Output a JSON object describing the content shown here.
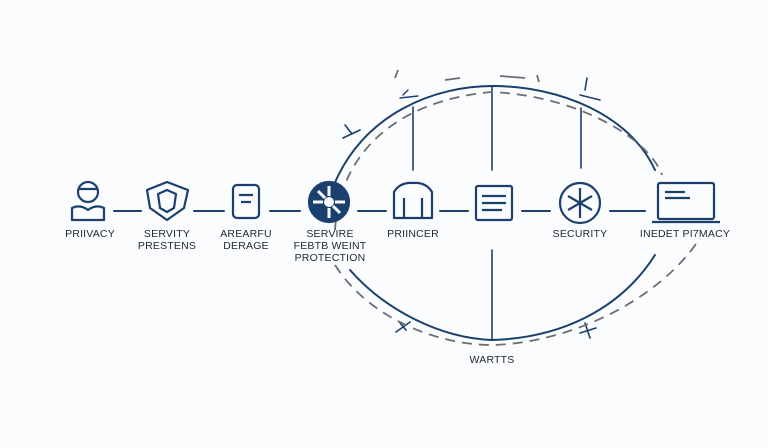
{
  "colors": {
    "primary": "#1b3f6e",
    "dashed": "#6b6e72",
    "background": "#fbfcfd",
    "text": "#1f2530"
  },
  "nodes": [
    {
      "id": "privacy",
      "icon": "person-icon",
      "label": "PRIIVACY"
    },
    {
      "id": "servity-prestens",
      "icon": "shield-icon",
      "label": "SERVITY PRESTENS"
    },
    {
      "id": "arearfu-derage",
      "icon": "clipboard-icon",
      "label": "AREARFU DERAGE"
    },
    {
      "id": "servire-protection",
      "icon": "fan-icon",
      "label": "SERVIRE FEBTB WEINT PROTECTION"
    },
    {
      "id": "priincer",
      "icon": "building-icon",
      "label": "PRIINCER"
    },
    {
      "id": "document",
      "icon": "document-icon",
      "label": ""
    },
    {
      "id": "security",
      "icon": "scissors-circle-icon",
      "label": "SECURITY"
    },
    {
      "id": "inedet-primacy",
      "icon": "laptop-icon",
      "label": "INEDET PI7MACY"
    }
  ],
  "labels": {
    "n0": "PRIIVACY",
    "n1a": "SERVITY",
    "n1b": "PRESTENS",
    "n2a": "AREARFU",
    "n2b": "DERAGE",
    "n3a": "SERVIRE",
    "n3b": "FEBTB WEINT",
    "n3c": "PROTECTION",
    "n4": "PRIINCER",
    "n6": "SECURITY",
    "n7": "INEDET PI7MACY",
    "bottom": "WARTTS"
  }
}
